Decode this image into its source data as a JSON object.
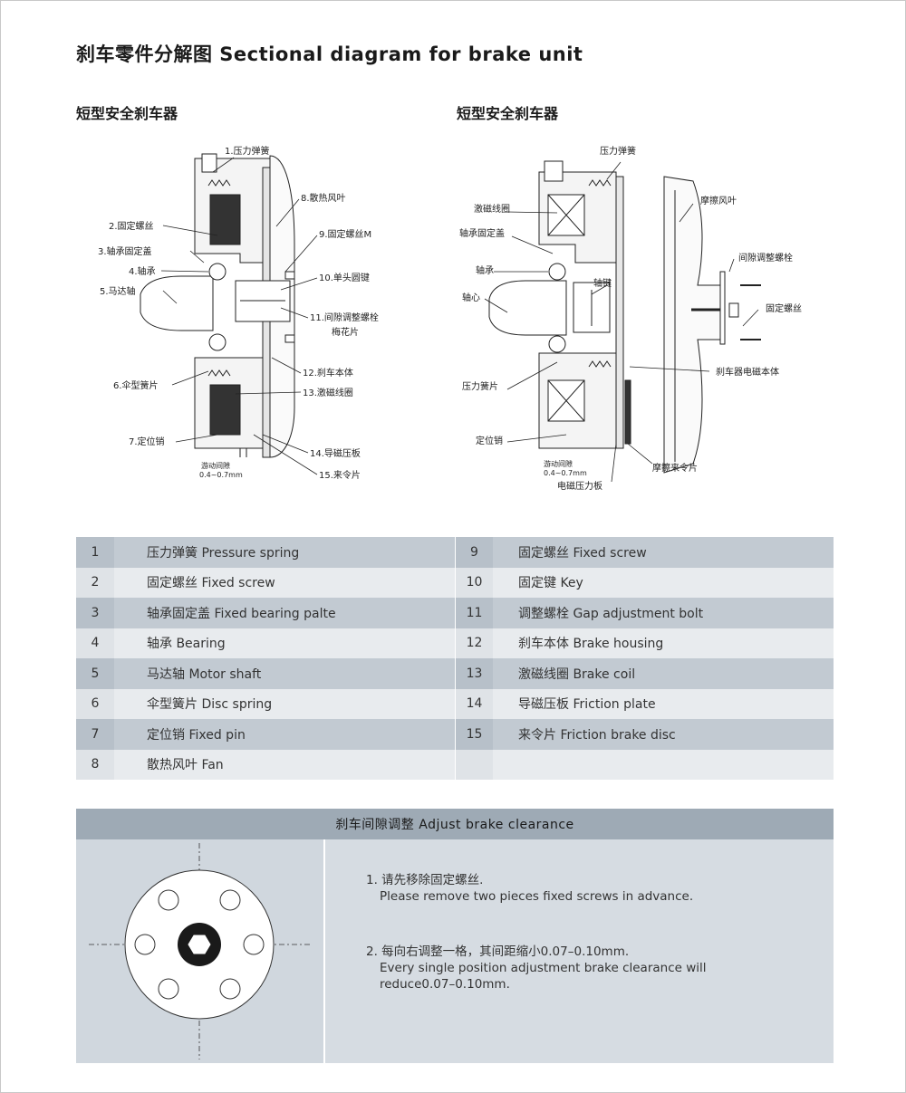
{
  "title": "刹车零件分解图 Sectional diagram for brake unit",
  "left_diagram": {
    "subtitle": "短型安全刹车器",
    "labels": {
      "l1": "1.压力弹簧",
      "l2": "2.固定螺丝",
      "l3": "3.轴承固定盖",
      "l4": "4.轴承",
      "l5": "5.马达轴",
      "l6": "6.伞型簧片",
      "l7": "7.定位销",
      "l8": "8.散热风叶",
      "l9": "9.固定螺丝M",
      "l10": "10.单头圆键",
      "l11": "11.间隙调整螺栓",
      "l11b": "梅花片",
      "l12": "12.刹车本体",
      "l13": "13.激磁线圈",
      "l14": "14.导磁压板",
      "l15": "15.来令片",
      "gap_a": "游动间隙",
      "gap_b": "0.4~0.7mm"
    }
  },
  "right_diagram": {
    "subtitle": "短型安全刹车器",
    "labels": {
      "r1": "压力弹簧",
      "r2": "激磁线圈",
      "r3": "轴承固定盖",
      "r4": "轴承",
      "r5": "轴心",
      "r6": "压力簧片",
      "r7": "定位销",
      "r8": "摩擦风叶",
      "r9": "间隙调整螺栓",
      "r10": "固定螺丝",
      "r11": "轴键",
      "r12": "刹车器电磁本体",
      "r13": "摩擦来令片",
      "r14": "电磁压力板",
      "gap_a": "游动间隙",
      "gap_b": "0.4~0.7mm"
    }
  },
  "parts": {
    "left": [
      {
        "num": "1",
        "name": "压力弹簧 Pressure spring"
      },
      {
        "num": "2",
        "name": "固定螺丝 Fixed screw"
      },
      {
        "num": "3",
        "name": "轴承固定盖 Fixed bearing palte"
      },
      {
        "num": "4",
        "name": "轴承 Bearing"
      },
      {
        "num": "5",
        "name": "马达轴 Motor shaft"
      },
      {
        "num": "6",
        "name": "伞型簧片 Disc spring"
      },
      {
        "num": "7",
        "name": "定位销 Fixed pin"
      },
      {
        "num": "8",
        "name": "散热风叶 Fan"
      }
    ],
    "right": [
      {
        "num": "9",
        "name": "固定螺丝 Fixed screw"
      },
      {
        "num": "10",
        "name": "固定键 Key"
      },
      {
        "num": "11",
        "name": "调整螺栓 Gap adjustment bolt"
      },
      {
        "num": "12",
        "name": "刹车本体 Brake housing"
      },
      {
        "num": "13",
        "name": "激磁线圈 Brake coil"
      },
      {
        "num": "14",
        "name": "导磁压板 Friction plate"
      },
      {
        "num": "15",
        "name": "来令片 Friction brake disc"
      },
      {
        "num": "",
        "name": ""
      }
    ]
  },
  "adjust": {
    "header": "刹车间隙调整   Adjust brake clearance",
    "step1_cn": "1. 请先移除固定螺丝.",
    "step1_en": "Please remove two pieces fixed screws in advance.",
    "step2_cn": "2. 每向右调整一格，其间距缩小0.07–0.10mm.",
    "step2_en_a": "Every single position adjustment brake clearance will",
    "step2_en_b": "reduce0.07–0.10mm."
  }
}
